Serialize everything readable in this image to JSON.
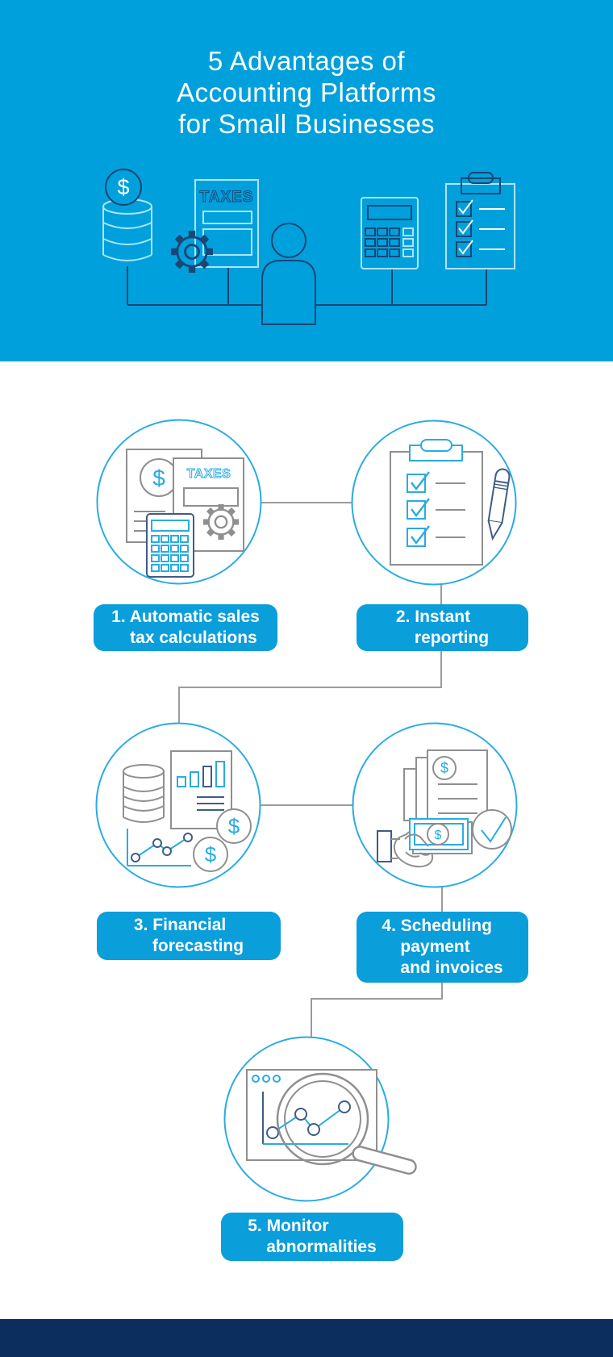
{
  "title": {
    "lines": [
      "5 Advantages of",
      "Accounting Platforms",
      "for Small Businesses"
    ]
  },
  "symbols": {
    "dollar": "$",
    "taxes": "TAXES"
  },
  "advantages": [
    {
      "lines": [
        "1. Automatic sales",
        "tax calculations"
      ]
    },
    {
      "lines": [
        "2. Instant",
        "reporting"
      ]
    },
    {
      "lines": [
        "3. Financial",
        "forecasting"
      ]
    },
    {
      "lines": [
        "4. Scheduling",
        "payment",
        "and invoices"
      ]
    },
    {
      "lines": [
        "5. Monitor",
        "abnormalities"
      ]
    }
  ],
  "icons": {
    "header": [
      "coin-stack",
      "tax-document",
      "gear",
      "person",
      "calculator",
      "checklist-clipboard"
    ],
    "advantage_1": [
      "document",
      "dollar-coin",
      "taxes-document",
      "gear",
      "calculator"
    ],
    "advantage_2": [
      "clipboard",
      "checkboxes",
      "pencil"
    ],
    "advantage_3": [
      "database-cylinders",
      "bar-chart-report",
      "line-graph",
      "dollar-coins"
    ],
    "advantage_4": [
      "invoice-stack",
      "dollar-coin",
      "hand-with-banknote",
      "check-circle"
    ],
    "advantage_5": [
      "browser-window",
      "line-chart",
      "magnifying-glass"
    ]
  },
  "colors": {
    "header_bg": "#00A0DC",
    "label_bg": "#0A9EDA",
    "circle_stroke": "#2AACE3",
    "accent_blue": "#29ABE2",
    "icon_gray": "#8F8F8F",
    "icon_navy": "#3F5C85",
    "header_line_navy": "#1B4675",
    "header_line_light": "#AEE3F8",
    "connector_gray": "#9B9B9B",
    "footer_bg": "#0B2E5E",
    "text_white": "#FFFFFF"
  }
}
